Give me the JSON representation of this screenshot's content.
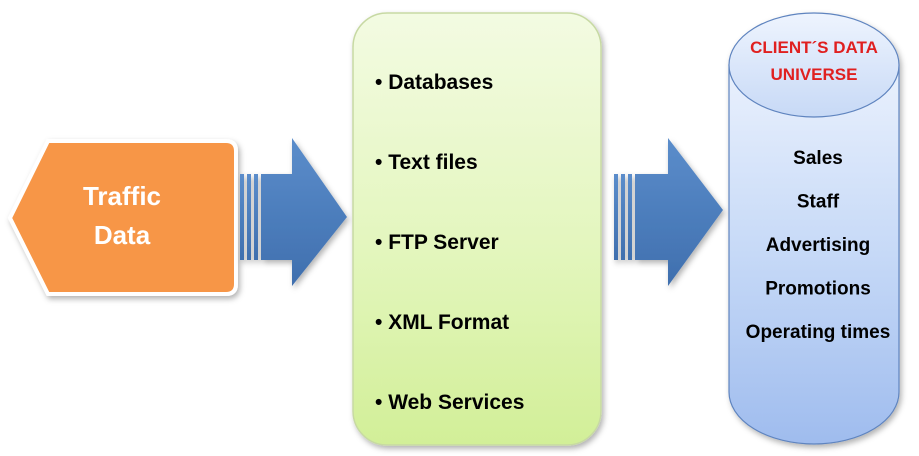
{
  "source": {
    "label_line1": "Traffic",
    "label_line2": "Data",
    "fill_color": "#f79646"
  },
  "formats": {
    "bullet": "•",
    "items": [
      "Databases",
      "Text files",
      "FTP Server",
      "XML Format",
      "Web Services"
    ],
    "fill_color": "#d7f0a4"
  },
  "arrows": {
    "fill_color": "#4f81bd"
  },
  "universe": {
    "title_line1": "CLIENT´S DATA",
    "title_line2": "UNIVERSE",
    "title_color": "#e02020",
    "items": [
      "Sales",
      "Staff",
      "Advertising",
      "Promotions",
      "Operating times"
    ],
    "fill_color": "#a9c4f0"
  }
}
